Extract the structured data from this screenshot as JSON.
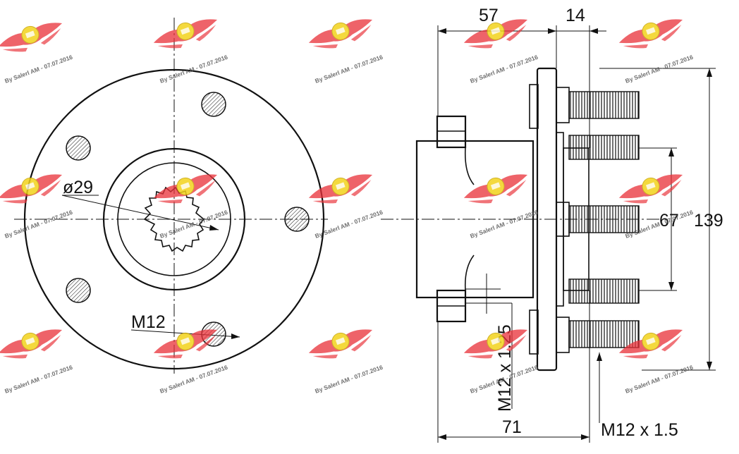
{
  "dimensions": {
    "width_57": "57",
    "width_14": "14",
    "height_139": "139",
    "height_67": "67",
    "width_71": "71",
    "thread_main": "M12 x 1.5",
    "thread_secondary": "M12 x 1.25",
    "diameter_29": "ø29",
    "bolt_m12": "M12"
  },
  "watermark": {
    "text": "By Salerl AM - 07.07.2016",
    "colors": {
      "wing": "#e8323a",
      "emblem": "#f2d21a"
    }
  }
}
